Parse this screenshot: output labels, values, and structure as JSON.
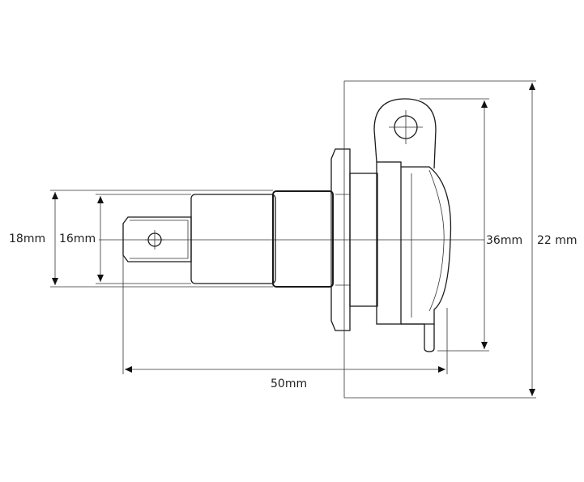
{
  "dimensions": {
    "outer_height": "18mm",
    "inner_height": "16mm",
    "length": "50mm",
    "cap_height": "36mm",
    "overall_height": "22 mm"
  }
}
